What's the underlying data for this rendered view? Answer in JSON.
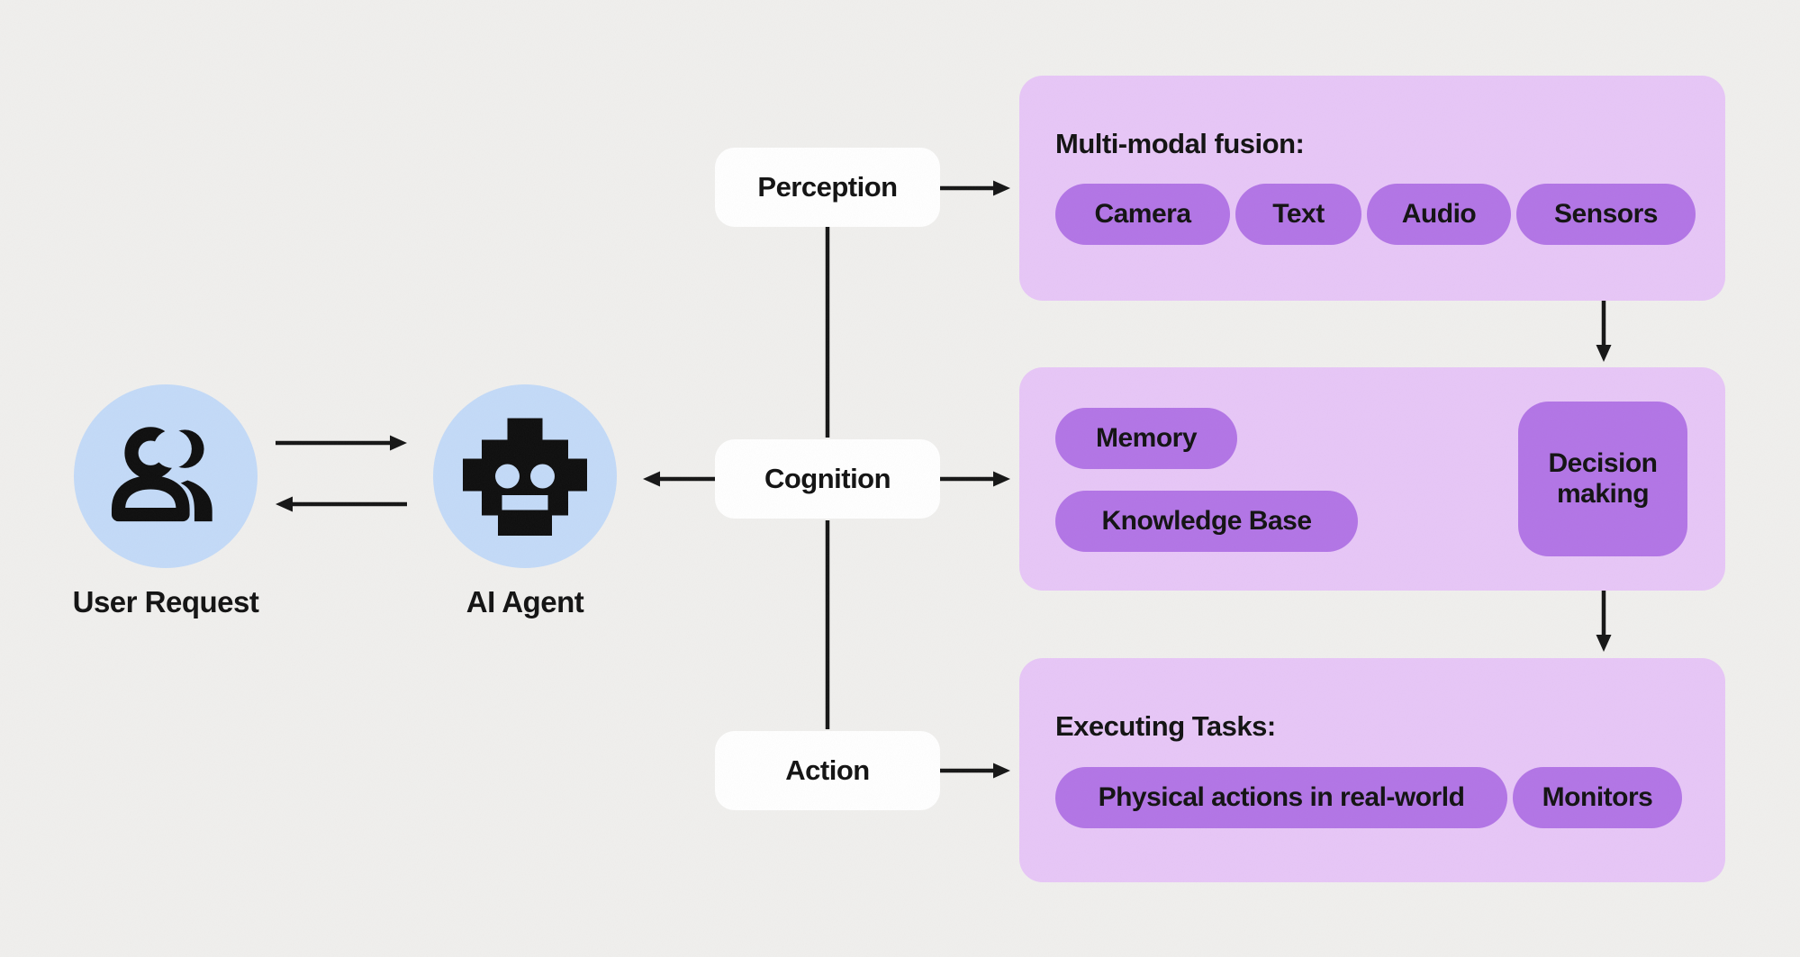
{
  "colors": {
    "background": "#f0efed",
    "actor_circle_blue": "#c3daf8",
    "panel_lavender": "#e7c6f7",
    "pill_purple": "#b274e6",
    "stage_box_white": "#ffffff",
    "line_black": "#141414"
  },
  "actors": {
    "user": {
      "label": "User Request",
      "icon": "user-group-icon"
    },
    "agent": {
      "label": "AI Agent",
      "icon": "robot-icon"
    }
  },
  "stages": {
    "perception": {
      "label": "Perception"
    },
    "cognition": {
      "label": "Cognition"
    },
    "action": {
      "label": "Action"
    }
  },
  "panels": {
    "perception": {
      "title": "Multi-modal fusion:",
      "pills": [
        "Camera",
        "Text",
        "Audio",
        "Sensors"
      ]
    },
    "cognition": {
      "pills": [
        "Memory",
        "Knowledge Base"
      ],
      "decision_label": "Decision making"
    },
    "action": {
      "title": "Executing Tasks:",
      "pills": [
        "Physical actions in real-world",
        "Monitors"
      ]
    }
  }
}
